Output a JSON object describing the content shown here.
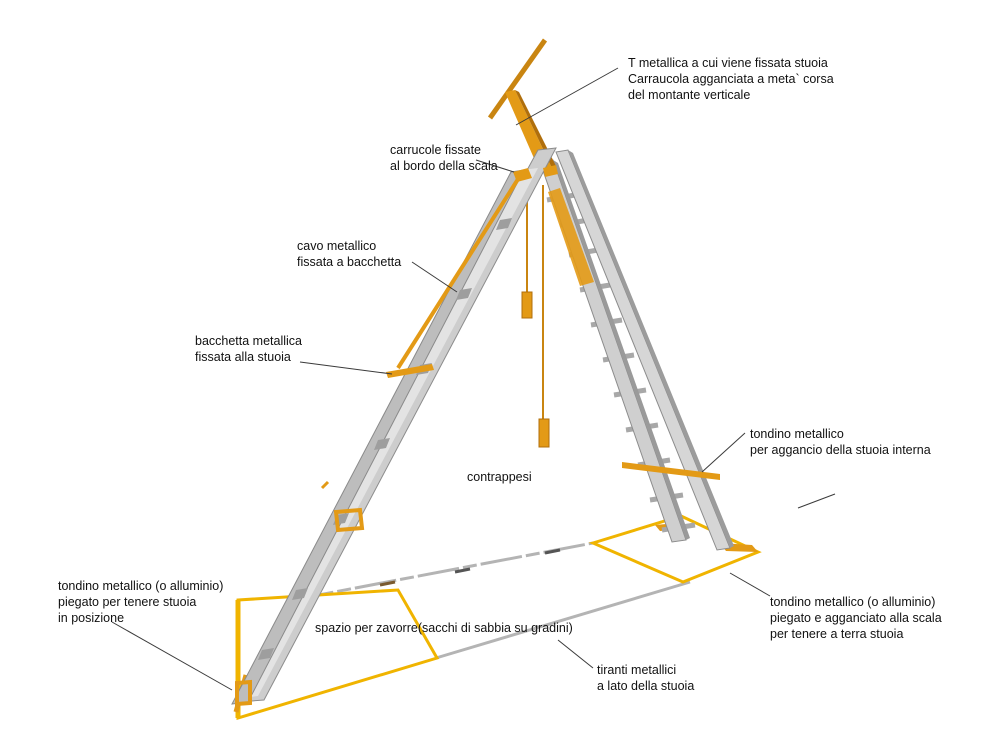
{
  "colors": {
    "ladder_light": "#d4d4d4",
    "ladder_mid": "#b9b9b9",
    "ladder_dark": "#8c8c8c",
    "metal_orange": "#e39a16",
    "metal_dark": "#b06f0c",
    "frame_yellow": "#f0b400",
    "tie_rod": "#b4b4b4",
    "leader_line": "#3a3a3a",
    "text": "#111111"
  },
  "annotations": {
    "t_bar": [
      "T metallica a cui viene fissata stuoia",
      "Carraucola agganciata a meta` corsa",
      "del montante verticale"
    ],
    "pulleys": [
      "carrucole fissate",
      "al bordo della scala"
    ],
    "cable": [
      "cavo metallico",
      "fissata a bacchetta"
    ],
    "rod": [
      "bacchetta metallica",
      "fissata alla stuoia"
    ],
    "inner_rod": [
      "tondino metallico",
      "per aggancio della stuoia interna"
    ],
    "counterweights": [
      "contrappesi"
    ],
    "left_bent_rod": [
      "tondino metallico (o alluminio)",
      "piegato per tenere stuoia",
      "in posizione"
    ],
    "right_bent_rod": [
      "tondino metallico (o alluminio)",
      "piegato e agganciato alla scala",
      "per tenere a terra stuoia"
    ],
    "ballast_space": [
      "spazio per zavorre(sacchi di sabbia su gradini)"
    ],
    "tie_rods": [
      "tiranti metallici",
      "a lato della stuoia"
    ]
  }
}
